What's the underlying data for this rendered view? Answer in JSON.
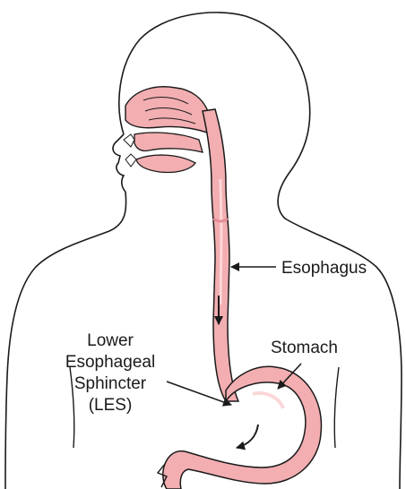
{
  "labels": {
    "esophagus": "Esophagus",
    "stomach": "Stomach",
    "les_line1": "Lower",
    "les_line2": "Esophageal",
    "les_line3": "Sphincter",
    "les_line4": "(LES)"
  },
  "colors": {
    "tissue_fill": "#f2aeb1",
    "tissue_dark": "#e28d93",
    "tissue_light": "#fbd7d9",
    "outline": "#1a1a1a"
  }
}
